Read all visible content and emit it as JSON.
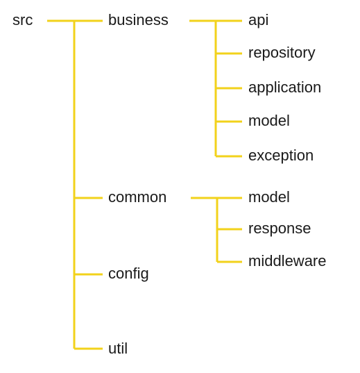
{
  "line_color": "#f2d21b",
  "tree": {
    "root": "src",
    "branches": [
      {
        "label": "business",
        "children": [
          "api",
          "repository",
          "application",
          "model",
          "exception"
        ]
      },
      {
        "label": "common",
        "children": [
          "model",
          "response",
          "middleware"
        ]
      },
      {
        "label": "config",
        "children": []
      },
      {
        "label": "util",
        "children": []
      }
    ]
  }
}
